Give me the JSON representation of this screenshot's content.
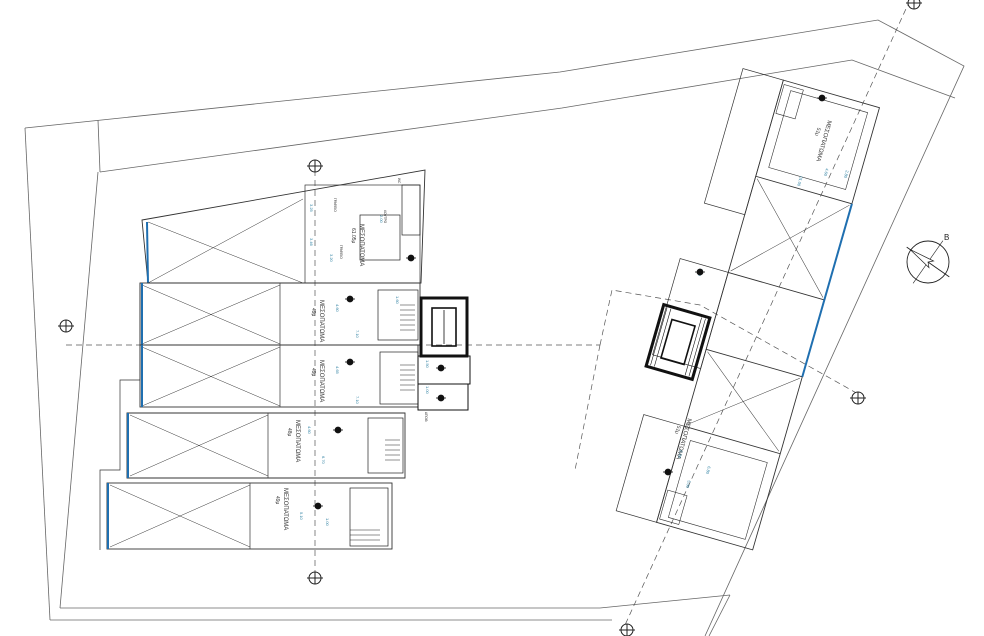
{
  "drawing": {
    "left_block_units": [
      {
        "name": "ΜΕΣΟΠΑΤΩΜΑ",
        "area": "61.05μ"
      },
      {
        "name": "ΜΕΣΟΠΑΤΩΜΑ",
        "area": "49μ"
      },
      {
        "name": "ΜΕΣΟΠΑΤΩΜΑ",
        "area": "49μ"
      },
      {
        "name": "ΜΕΣΟΠΑΤΩΜΑ",
        "area": "48μ"
      },
      {
        "name": "ΜΕΣΟΠΑΤΩΜΑ",
        "area": "49μ"
      }
    ],
    "right_block_units": [
      {
        "name": "ΜΕΣΟΠΑΤΩΜΑ",
        "area": "51μ"
      },
      {
        "name": "ΜΕΣΟΠΑΤΩΜΑ",
        "area": "51μ"
      }
    ],
    "room_labels": [
      "ΓΡΑΦΕΙΟ",
      "ΓΡΑΦΕΙΟ",
      "WC",
      "ΛΟΥΤΡΟ",
      "ΑΠΟΘ."
    ],
    "dimension_labels": [
      "3.25",
      "3.46",
      "3.20",
      "2.00",
      "4.60",
      "1.60",
      "7.10",
      "4.65",
      "7.10",
      "1.50",
      "1.00",
      "4.60",
      "6.70",
      "5.10",
      "1.00",
      "2.80",
      "4.60",
      "6.80",
      "5.00",
      "6.95",
      "1.20",
      "01.00"
    ],
    "north_arrow_letter": "B",
    "colors": {
      "line": "#4a4a4a",
      "wall": "#111111",
      "dimension": "#2a7ea0",
      "facade": "#1f6fb0",
      "axis": "#555555"
    }
  }
}
